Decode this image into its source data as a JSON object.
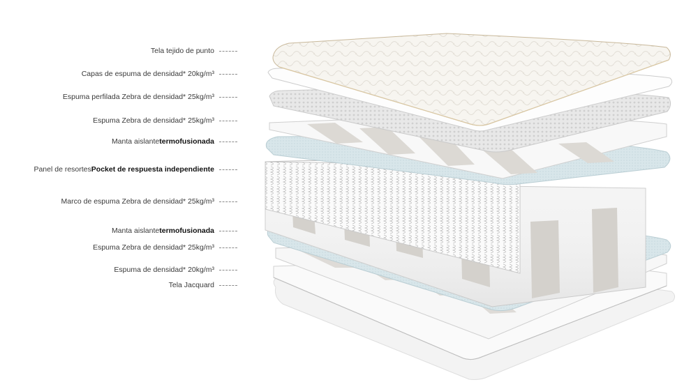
{
  "layers": [
    {
      "id": "knit-fabric",
      "text": "Tela tejido de punto",
      "bold": ""
    },
    {
      "id": "comfort-foam",
      "text": "Capas de espuma de densidad* 20kg/m³",
      "bold": ""
    },
    {
      "id": "profiled-zebra",
      "text": "Espuma perfilada Zebra de densidad* 25kg/m³",
      "bold": ""
    },
    {
      "id": "zebra-foam-top",
      "text": "Espuma Zebra de densidad* 25kg/m³",
      "bold": ""
    },
    {
      "id": "felt-top",
      "text": "Manta aislante ",
      "bold": "termofusionada"
    },
    {
      "id": "pocket-springs",
      "text": "Panel de resortes ",
      "bold": "Pocket de respuesta independiente"
    },
    {
      "id": "zebra-frame",
      "text": "Marco de espuma Zebra de densidad* 25kg/m³",
      "bold": ""
    },
    {
      "id": "felt-bottom",
      "text": "Manta aislante ",
      "bold": "termofusionada"
    },
    {
      "id": "zebra-foam-bottom",
      "text": "Espuma Zebra de densidad* 25kg/m³",
      "bold": ""
    },
    {
      "id": "base-foam",
      "text": "Espuma de densidad* 20kg/m³",
      "bold": ""
    },
    {
      "id": "jacquard-fabric",
      "text": "Tela Jacquard",
      "bold": ""
    }
  ],
  "colors": {
    "fabric": "#f6f5f2",
    "foam_white": "#fbfbfb",
    "zebra_grey": "#d9d6d2",
    "felt": "#d4e3e8",
    "spring": "#ffffff",
    "outline": "#c9c9c9"
  }
}
